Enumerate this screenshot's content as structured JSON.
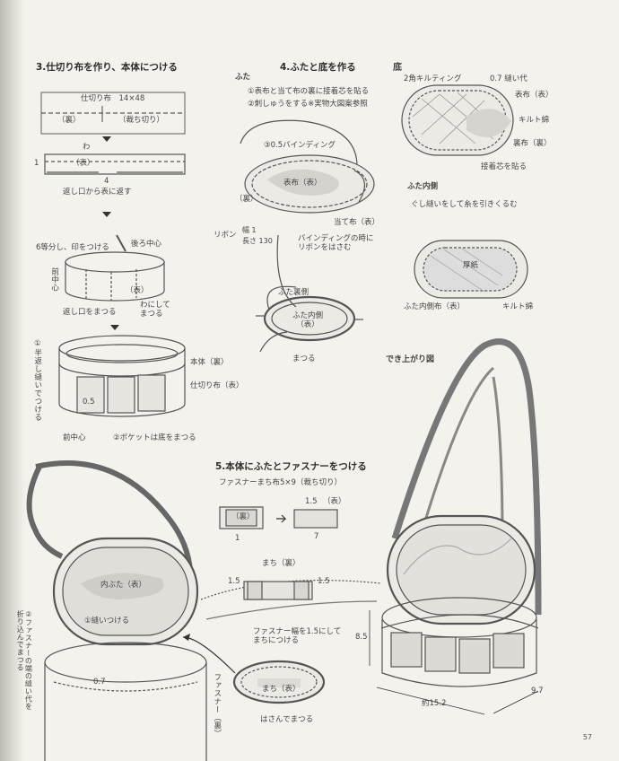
{
  "page_number": "57",
  "step3": {
    "title": "3.仕切り布を作り、本体につける",
    "divider_label": "仕切り布　14×48",
    "back": "（裏）",
    "cut_note": "（裁ち切り）",
    "wa": "わ",
    "omote": "（表）",
    "dim_1": "1",
    "dim_4": "4",
    "turn_note": "返し口から表に返す",
    "divide_note": "6等分し、印をつける",
    "back_center": "後ろ中心",
    "front_center": "前中心",
    "omote2": "（表）",
    "ring_note": "わにして\nまつる",
    "close_note": "返し口をまつる",
    "body_back": "本体（裏）",
    "divider_front": "仕切り布（表）",
    "half_stitch": "①半返し縫いでつける",
    "dim_05": "0.5",
    "front_center2": "前中心",
    "pocket_note": "②ポケットは底をまつる"
  },
  "step4": {
    "title": "4.ふたと底を作る",
    "lid": "ふた",
    "note1": "①表布と当て布の裏に接着芯を貼る",
    "note2": "②刺しゅうをする※実物大図案参照",
    "binding": "③0.5バインディング",
    "lid_front": "表布（表）",
    "back": "（裏）",
    "patch": "当て布（表）",
    "ribbon": "リボン",
    "ribbon_w": "幅 1",
    "ribbon_l": "長さ 130",
    "ribbon_note": "バインディングの時に\nリボンをはさむ",
    "lid_inside_back": "ふた裏側",
    "lid_inside_front": "ふた内側\n（表）",
    "matsuru": "まつる",
    "bottom": "底",
    "quilt_2corner": "2角キルティング",
    "seam_07": "0.7 縫い代",
    "outer_front": "表布（表）",
    "batting": "キルト綿",
    "lining_back": "裏布（裏）",
    "interfacing": "接着芯を貼る",
    "lid_inner": "ふた内側",
    "gather_note": "ぐし縫いをして糸を引きくるむ",
    "cardboard": "厚紙",
    "lid_inner_fabric": "ふた内側布（表）",
    "batting2": "キルト綿"
  },
  "step5": {
    "title": "5.本体にふたとファスナーをつける",
    "tab_label": "ファスナーまち布5×9（裁ち切り）",
    "tab_back": "（裏）",
    "dim_1": "1",
    "dim_15": "1.5",
    "tab_front": "（表）",
    "dim_7": "7",
    "gusset_back": "まち（裏）",
    "dim_15a": "1.5",
    "dim_15b": "1.5",
    "zip_note": "ファスナー幅を1.5にして\nまちにつける",
    "inner_lid": "内ぶた（表）",
    "sew_on": "①縫いつける",
    "zip_vertical": "②ファスナーの端の縫い代を\n折り込んでまつる",
    "dim_07": "0.7",
    "zipper_back": "ファスナー（裏）",
    "gusset_front": "まち（表）",
    "sandwich": "はさんでまつる"
  },
  "finished": {
    "title": "でき上がり図",
    "height": "8.5",
    "width": "約15.2",
    "depth": "9.7"
  }
}
